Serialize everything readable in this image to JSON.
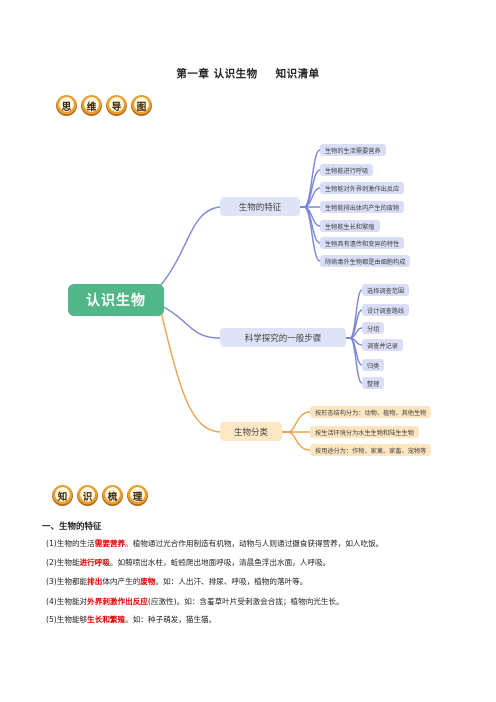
{
  "title": {
    "part1": "第一章 认识生物",
    "part2": "知识清单"
  },
  "mindmap_badge": [
    "思",
    "维",
    "导",
    "图"
  ],
  "root": "认识生物",
  "branches": [
    {
      "label": "生物的特征",
      "leaves": [
        "生物的生活需要营养",
        "生物能进行呼吸",
        "生物能对外界刺激作出反应",
        "生物能排出体内产生的废物",
        "生物能生长和繁殖",
        "生物具有遗传和变异的特性",
        "除病毒外生物都是由细胞构成"
      ]
    },
    {
      "label": "科学探究的一般步骤",
      "leaves": [
        "选择调查范围",
        "设计调查路线",
        "分组",
        "调查并记录",
        "归类",
        "整理"
      ]
    },
    {
      "label": "生物分类",
      "leaves": [
        "按形态结构分为：动物、植物、其他生物",
        "按生活环境分为水生生物和陆生生物",
        "按用途分为：作物、家禽、家畜、宠物等"
      ]
    }
  ],
  "knowledge_badge": [
    "知",
    "识",
    "梳",
    "理"
  ],
  "section1": {
    "heading": "一、生物的特征",
    "items": [
      {
        "pre": "(1)生物的生活",
        "hl": "需要营养",
        "post": "。植物通过光合作用制造有机物，动物与人则通过摄食获得营养，如人吃饭。"
      },
      {
        "pre": "(2)生物能",
        "hl": "进行呼吸",
        "post": "。如鲸喷出水柱，蚯蚓爬出地面呼吸，清晨鱼浮出水面，人呼吸。"
      },
      {
        "pre": "(3)生物都能",
        "hl": "排出",
        "mid": "体内产生的",
        "hl2": "废物",
        "post": "。如：人出汗、排尿、呼吸，植物的落叶等。"
      },
      {
        "pre": "(4)生物能对",
        "hl": "外界刺激作出反应",
        "post": "(应激性)。如：含羞草叶片受刺激会合拢；植物向光生长。"
      },
      {
        "pre": "(5)生物能够",
        "hl": "生长和繁殖",
        "post": "。如：种子萌发，猫生猫。"
      }
    ]
  }
}
